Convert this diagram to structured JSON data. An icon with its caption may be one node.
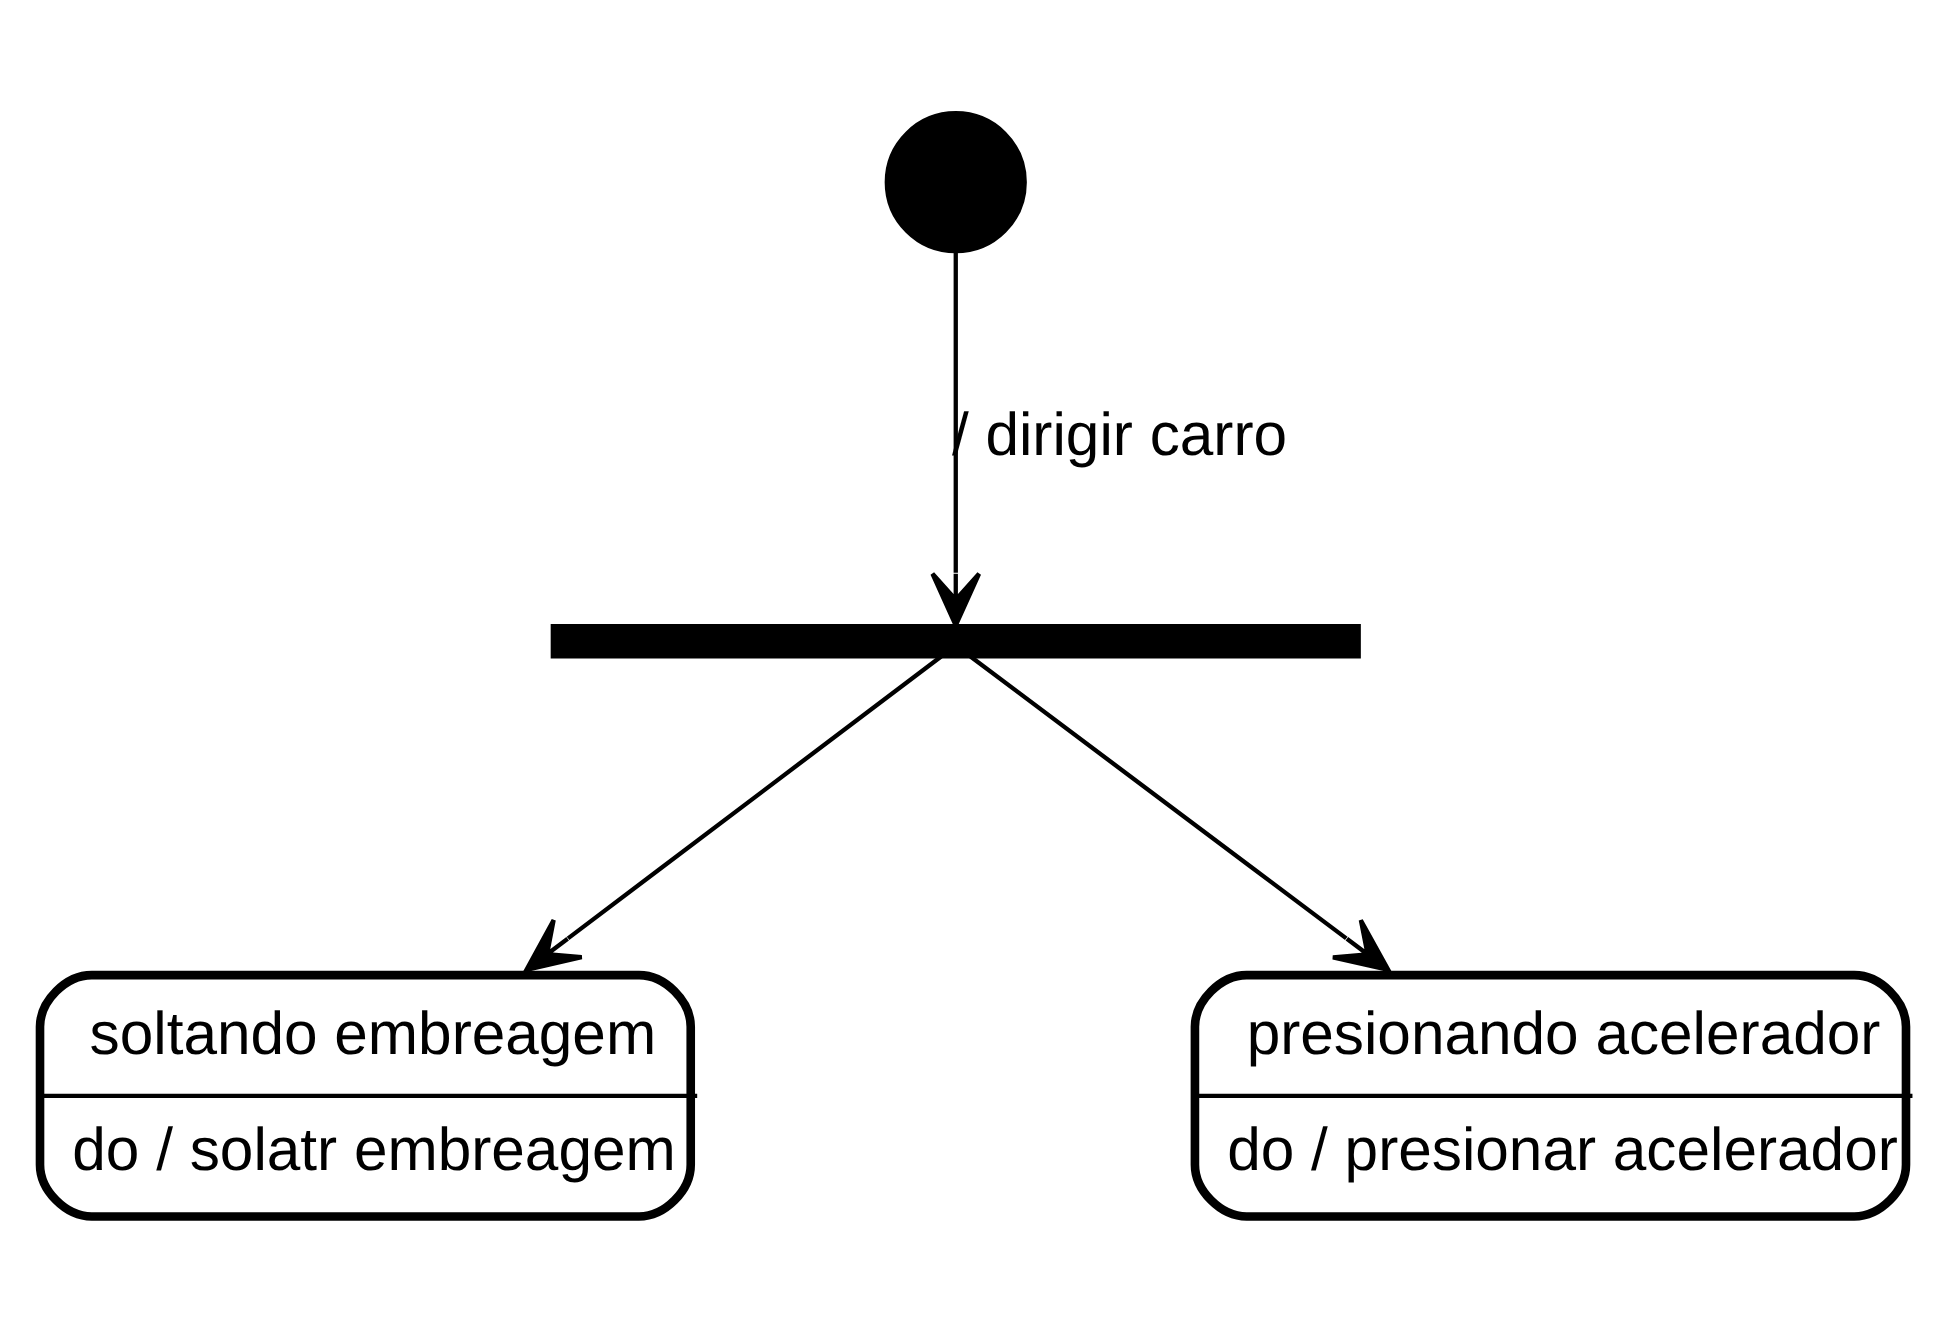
{
  "diagram": {
    "nodes": [
      {
        "text": [],
        "shape": "circle"
      },
      {
        "text": [],
        "shape": "bar"
      },
      {
        "text": [
          "soltando embreagem",
          "do / solatr embreagem"
        ]
      },
      {
        "text": [
          "presionando acelerador",
          "do / presionar acelerador"
        ]
      }
    ],
    "edges": [
      {
        "from": 0,
        "to": 1,
        "arrow": "to",
        "label": "/ dirigir carro"
      },
      {
        "from": 1,
        "to": 2,
        "arrow": "to"
      },
      {
        "from": 1,
        "to": 3,
        "arrow": "to"
      }
    ]
  }
}
